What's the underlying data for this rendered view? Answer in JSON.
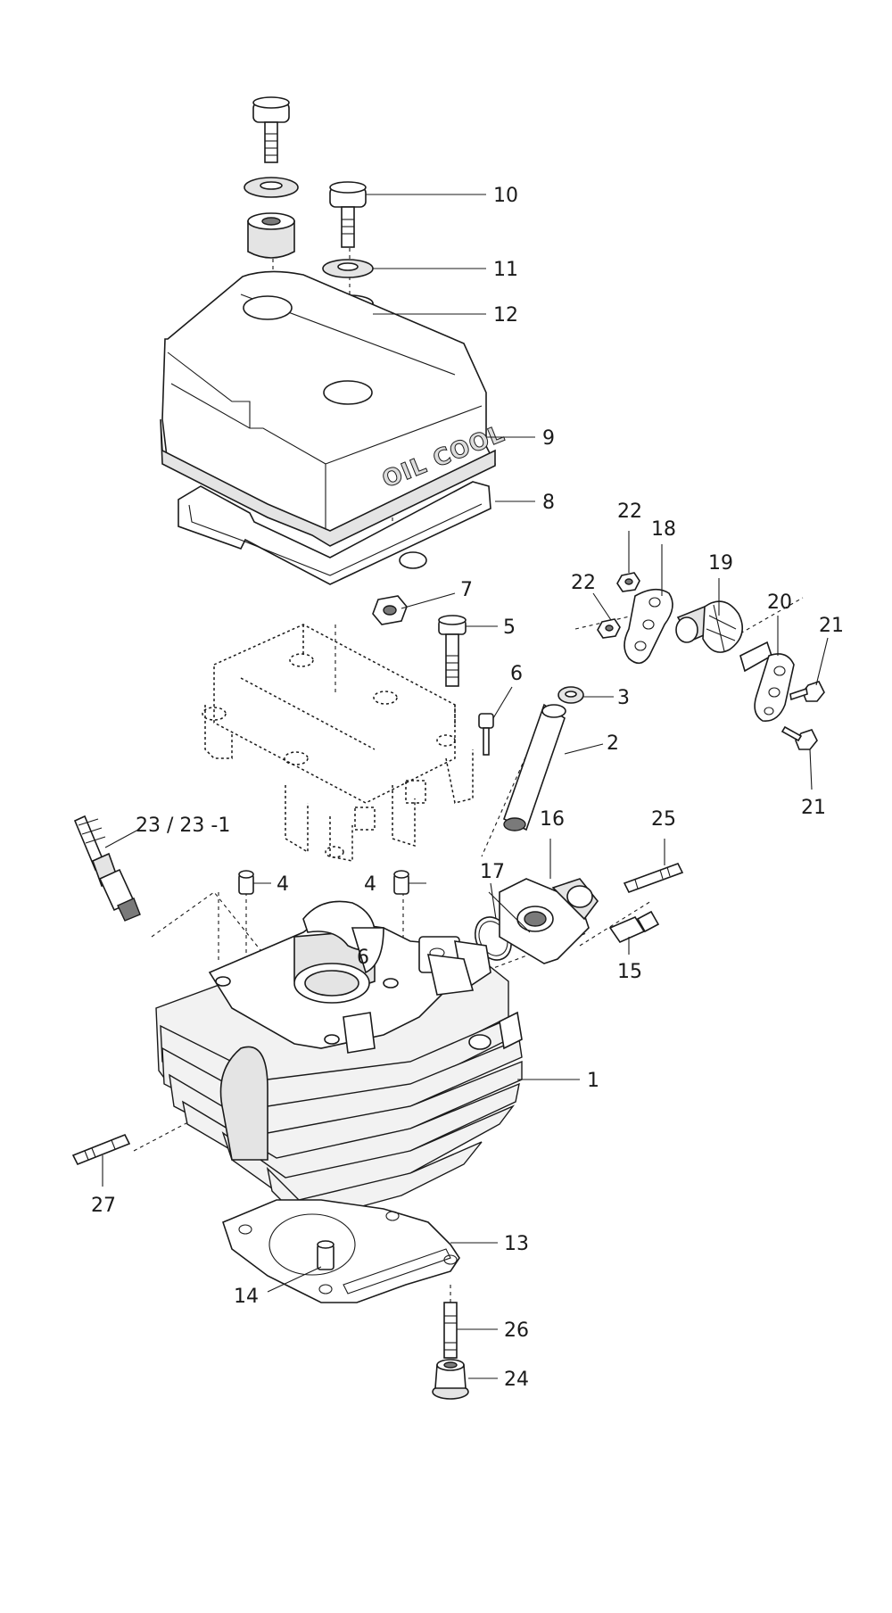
{
  "cover_logo": "OIL COOL",
  "colors": {
    "line": "#1a1a1a",
    "background": "#ffffff",
    "shade": "#e4e4e4"
  },
  "callouts": {
    "c1": "1",
    "c2": "2",
    "c3": "3",
    "c4a": "4",
    "c4b": "4",
    "c5": "5",
    "c6a": "6",
    "c6b": "6",
    "c7": "7",
    "c8": "8",
    "c9": "9",
    "c10": "10",
    "c11": "11",
    "c12": "12",
    "c13": "13",
    "c14": "14",
    "c15": "15",
    "c16": "16",
    "c17": "17",
    "c18": "18",
    "c19": "19",
    "c20": "20",
    "c21a": "21",
    "c21b": "21",
    "c22a": "22",
    "c22b": "22",
    "c23": "23 / 23 -1",
    "c24": "24",
    "c25": "25",
    "c26": "26",
    "c27": "27"
  }
}
